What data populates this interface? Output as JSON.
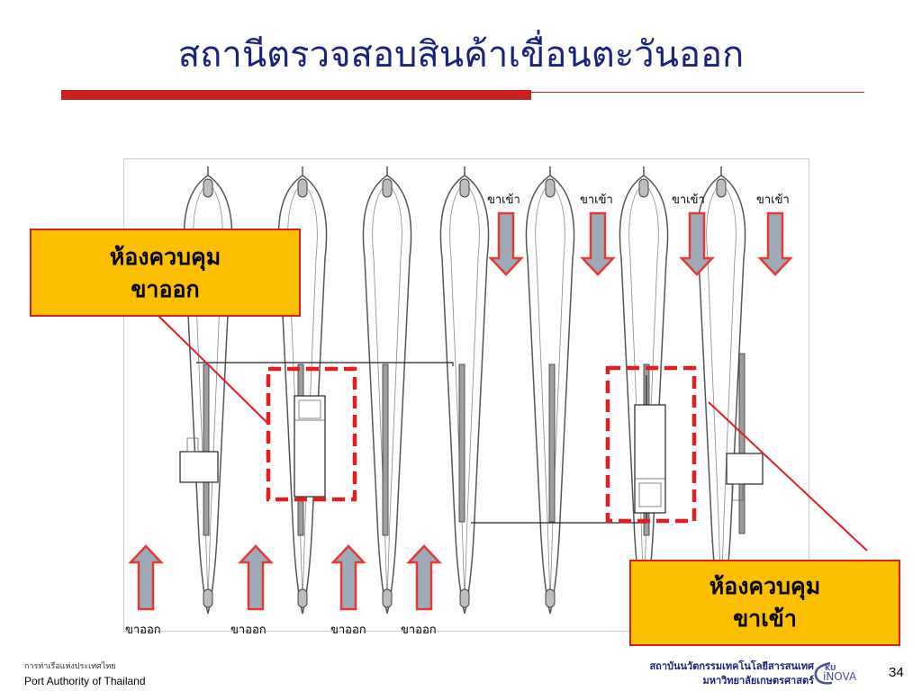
{
  "title": "สถานีตรวจสอบสินค้าเขื่อนตะวันออก",
  "inbound_labels": [
    "ขาเข้า",
    "ขาเข้า",
    "ขาเข้า",
    "ขาเข้า"
  ],
  "outbound_labels": [
    "ขาออก",
    "ขาออก",
    "ขาออก",
    "ขาออก"
  ],
  "callout_out": {
    "line1": "ห้องควบคุม",
    "line2": "ขาออก"
  },
  "callout_in": {
    "line1": "ห้องควบคุม",
    "line2": "ขาเข้า"
  },
  "footer": {
    "org_thai": "การท่าเรือแห่งประเทศไทย",
    "org_en": "Port Authority of Thailand",
    "institute_line1": "สถาบันนวัตกรรมเทคโนโลยีสารสนเทศ",
    "institute_line2": "มหาวิทยาลัยเกษตรศาสตร์",
    "logo_text": "KU iNOVA",
    "page": "34"
  },
  "colors": {
    "title": "#1a237e",
    "accent_red": "#cc1f1f",
    "callout_fill": "#fbbf00",
    "arrow_red": "#e53935",
    "arrow_grey": "#9eaab8"
  }
}
